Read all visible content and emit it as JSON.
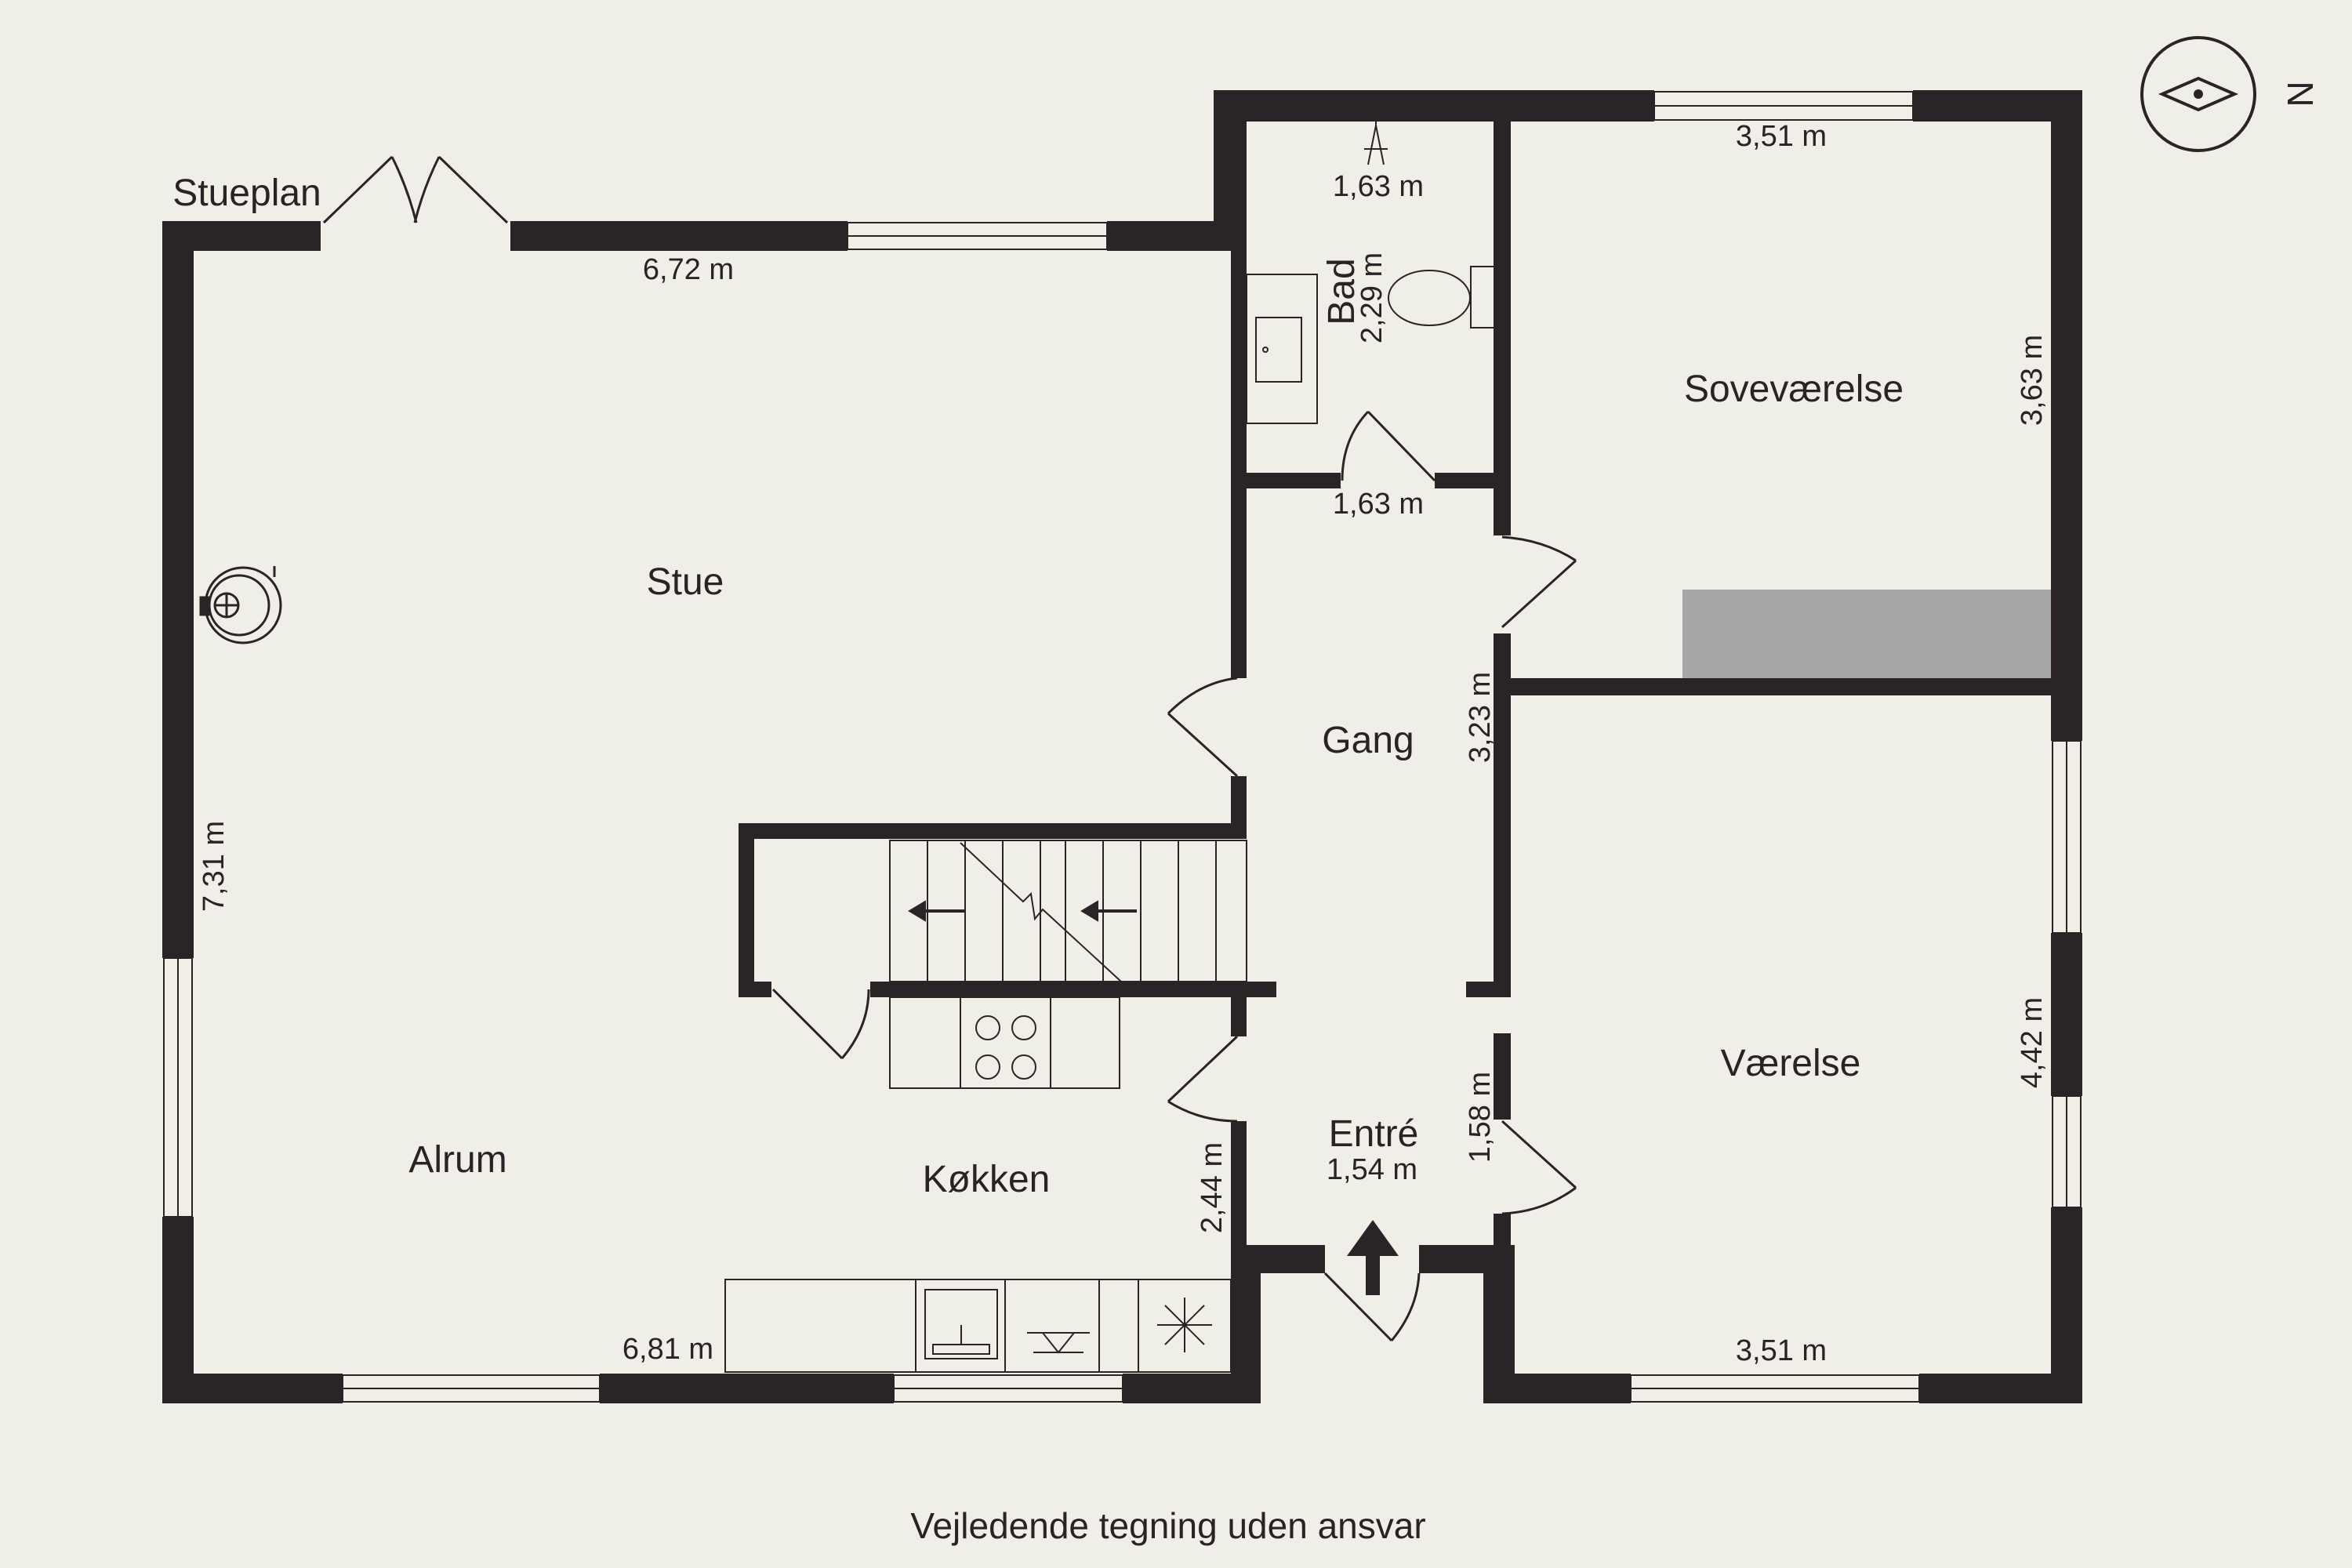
{
  "plan_title": "Stueplan",
  "footer": "Vejledende tegning uden ansvar",
  "compass": {
    "label": "N"
  },
  "rooms": {
    "stue": "Stue",
    "alrum": "Alrum",
    "kokken": "Køkken",
    "gang": "Gang",
    "entre": "Entré",
    "bad": "Bad",
    "sovevaerelse": "Soveværelse",
    "vaerelse": "Værelse"
  },
  "dimensions": {
    "stue_width": "6,72 m",
    "stue_height": "7,31 m",
    "alrum_width": "6,81 m",
    "kokken_height": "2,44 m",
    "bad_top": "1,63 m",
    "bad_bottom": "1,63 m",
    "bad_height": "2,29 m",
    "sove_width": "3,51 m",
    "sove_height": "3,63 m",
    "gang_height": "3,23 m",
    "entre_width": "1,54 m",
    "entre_height": "1,58 m",
    "vaer_width": "3,51 m",
    "vaer_height": "4,42 m"
  }
}
